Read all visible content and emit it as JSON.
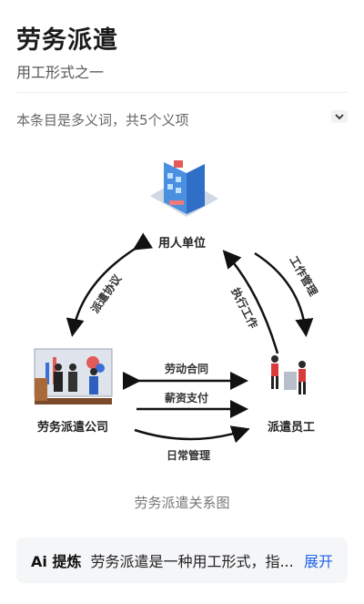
{
  "header": {
    "title": "劳务派遣",
    "subtitle": "用工形式之一"
  },
  "polysemy": {
    "text": "本条目是多义词，共5个义项"
  },
  "diagram": {
    "nodes": {
      "employer": "用人单位",
      "agency": "劳务派遣公司",
      "worker": "派遣员工"
    },
    "edges": {
      "dispatch_agreement": "派遣协议",
      "perform_work": "执行工作",
      "work_management": "工作管理",
      "labor_contract": "劳动合同",
      "salary_payment": "薪资支付",
      "daily_management": "日常管理"
    },
    "caption": "劳务派遣关系图"
  },
  "ai_summary": {
    "badge": "Ai 提炼",
    "text": "劳务派遣是一种用工形式，指...",
    "expand_label": "展开"
  },
  "colors": {
    "accent": "#1e64e6",
    "building": "#4a8fe0"
  }
}
